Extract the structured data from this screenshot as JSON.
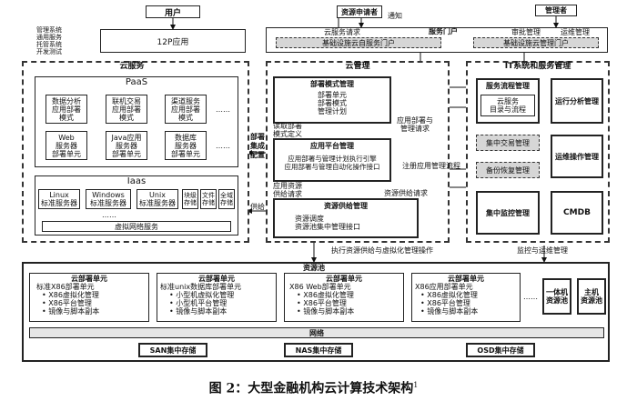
{
  "top": {
    "user": "用户",
    "resource_requester": "资源申请者",
    "notify": "通知",
    "admin": "管理者",
    "service_portal": "服务门户",
    "cloud_service_request": "云服务请求",
    "approval_mgmt": "审批管理",
    "ops_mgmt": "运维管理",
    "infra_self_portal": "基础设施云自服务门户",
    "infra_admin_portal": "基础设施云管理门户",
    "apps_list": "管理系统\n通用服务\n托管系统\n开发测试",
    "p12": "12P应用"
  },
  "cloud_service": {
    "title": "云服务",
    "paas_title": "PaaS",
    "paas_items": [
      "数据分析\n应用部署\n模式",
      "联机交易\n应用部署\n模式",
      "渠道服务\n应用部署\n模式",
      "Web\n服务器\n部署单元",
      "Java应用\n服务器\n部署单元",
      "数据库\n服务器\n部署单元"
    ],
    "dots": "……",
    "iaas_title": "Iaas",
    "iaas_items": [
      "Linux\n标准服务器",
      "Windows\n标准服务器",
      "Unix\n标准服务器",
      "块级\n存储",
      "文件\n存储",
      "全域\n存储"
    ],
    "iaas_dots": "……",
    "virtual_network": "虚拟网络服务"
  },
  "cloud_mgmt": {
    "title": "云管理",
    "deploy_model_title": "部署模式管理",
    "deploy_model_items": "部署单元\n部署模式\n管理计划",
    "read_deploy": "读取部署\n模式定义",
    "app_platform_title": "应用平台管理",
    "app_platform_items": "应用部署与管理计划执行引擎\n应用部署与管理自动化操作接口",
    "app_resource_req": "应用资源\n供给请求",
    "resource_supply_title": "资源供给管理",
    "resource_supply_items": "资源调度\n资源池集中管理接口",
    "deploy_integrate": "部署\n集成\n配置",
    "supply": "供给",
    "app_deploy_req": "应用部署与\n管理请求",
    "register_flow": "注册应用管理流程",
    "resource_req": "资源供给请求",
    "exec_supply": "执行资源供给与虚拟化管理操作"
  },
  "it_system": {
    "title": "IT系统和服务管理",
    "flow_title": "服务流程管理",
    "flow_sub": "云服务\n目录与流程",
    "run_analysis": "运行分析管理",
    "concentrate_swap": "集中交易管理",
    "ops_ops": "运维操作管理",
    "backup": "备份恢复管理",
    "monitor": "集中监控管理",
    "cmdb": "CMDB",
    "monitor_ops": "监控与运维管理"
  },
  "resource_pool": {
    "title": "资源池",
    "units": [
      {
        "title": "云部署单元",
        "sub": "标准X86部署单元",
        "items": "• X86虚拟化管理\n• X86平台管理\n• 镜像与脚本副本"
      },
      {
        "title": "云部署单元",
        "sub": "标准unix数据库部署单元",
        "items": "• 小型机虚拟化管理\n• 小型机平台管理\n• 镜像与脚本副本"
      },
      {
        "title": "云部署单元",
        "sub": "X86 Web部署单元",
        "items": "• X86虚拟化管理\n• X86平台管理\n• 镜像与脚本副本"
      },
      {
        "title": "云部署单元",
        "sub": "X86应用部署单元",
        "items": "• X86虚拟化管理\n• X86平台管理\n• 镜像与脚本副本"
      }
    ],
    "dots": "……",
    "allinone": "一体机\n资源池",
    "mainframe": "主机\n资源池",
    "network": "网络",
    "san": "SAN集中存储",
    "nas": "NAS集中存储",
    "osd": "OSD集中存储"
  },
  "caption": {
    "text": "图 2：大型金融机构云计算技术架构",
    "sup": "1"
  }
}
